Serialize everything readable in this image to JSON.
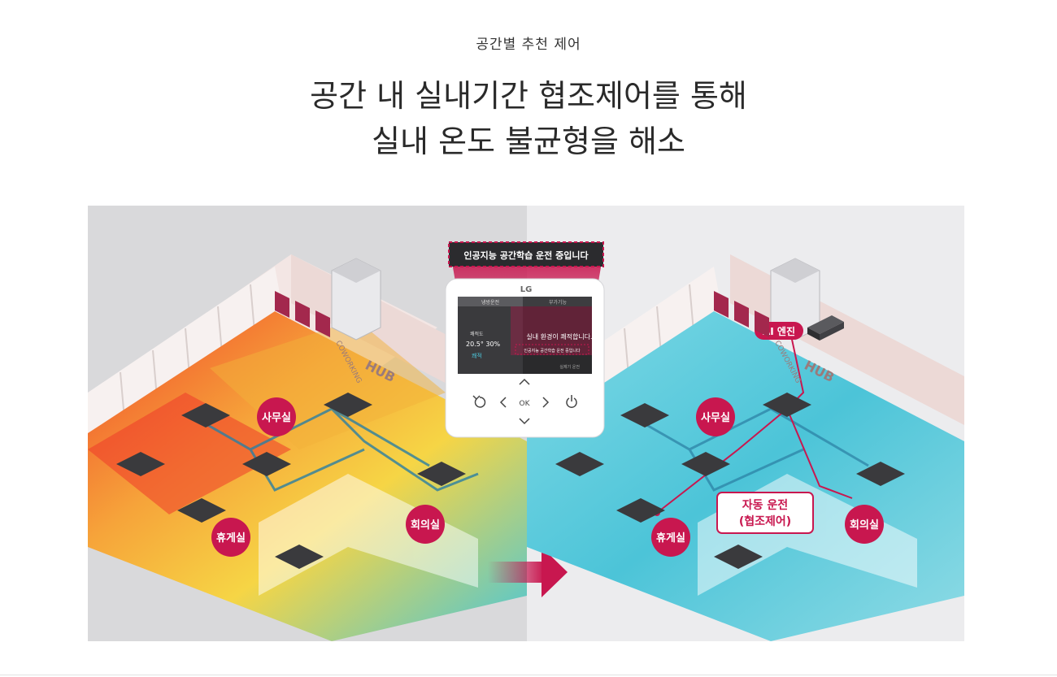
{
  "section": {
    "eyebrow": "공간별 추천 제어",
    "headline_line1": "공간 내 실내기간 협조제어를 통해",
    "headline_line2": "실내 온도 불균형을 해소"
  },
  "illustration": {
    "before": {
      "rooms": {
        "office": "사무실",
        "lounge": "휴게실",
        "meeting": "회의실"
      },
      "wall_sign": "HUB",
      "wall_sign_side": "COWORKING"
    },
    "after": {
      "rooms": {
        "office": "사무실",
        "lounge": "휴게실",
        "meeting": "회의실"
      },
      "wall_sign": "HUB",
      "wall_sign_side": "COWORKING",
      "ai_engine_label": "AI 엔진",
      "auto_mode_line1": "자동 운전",
      "auto_mode_line2": "(협조제어)"
    },
    "controller": {
      "banner": "인공지능 공간학습 운전 중입니다",
      "brand": "LG",
      "tab_left": "냉방운전",
      "tab_right": "부가기능",
      "temp_label": "쾌적도",
      "temp_value": "20.5° 30%",
      "mode": "쾌적",
      "message": "실내 환경이 쾌적합니다.",
      "sub_message": "인공지능 공간학습 운전 중입니다",
      "footer": "실제기 운전",
      "ok_label": "OK"
    },
    "colors": {
      "accent": "#c8174f",
      "hot": "#f0502d",
      "warm": "#f6c23a",
      "cool": "#3fc2d8",
      "floor": "#dfe8ea"
    }
  }
}
